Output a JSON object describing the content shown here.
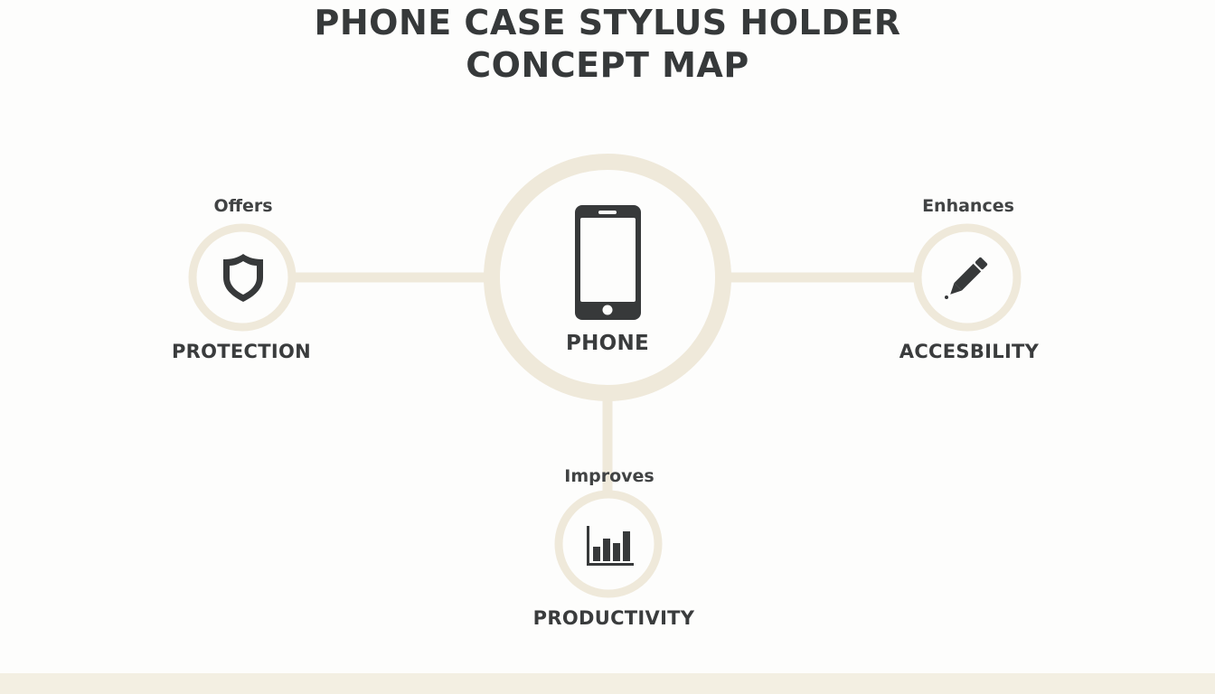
{
  "title": {
    "line1": "PHONE CASE STYLUS HOLDER",
    "line2": "CONCEPT MAP"
  },
  "colors": {
    "ring": "#efe9da",
    "connector": "#efe9da",
    "icon": "#37393a",
    "text": "#3a3c3d",
    "background": "#fdfdfc"
  },
  "center": {
    "label": "PHONE",
    "icon": "smartphone-icon"
  },
  "nodes": {
    "protection": {
      "label": "PROTECTION",
      "relation": "Offers",
      "icon": "shield-icon"
    },
    "accessibility": {
      "label": "ACCESBILITY",
      "relation": "Enhances",
      "icon": "pencil-icon"
    },
    "productivity": {
      "label": "PRODUCTIVITY",
      "relation": "Improves",
      "icon": "bar-chart-icon"
    }
  }
}
